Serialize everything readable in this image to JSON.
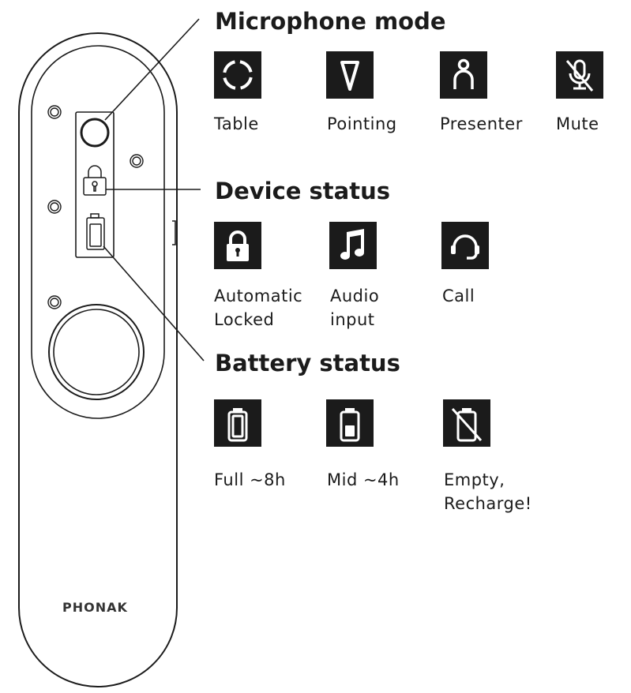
{
  "device": {
    "brand": "PHONAK"
  },
  "sections": {
    "microphone_mode": {
      "heading": "Microphone mode",
      "items": [
        {
          "label": "Table",
          "icon": "table-mode-icon"
        },
        {
          "label": "Pointing",
          "icon": "pointing-mode-icon"
        },
        {
          "label": "Presenter",
          "icon": "presenter-mode-icon"
        },
        {
          "label": "Mute",
          "icon": "mute-icon"
        }
      ]
    },
    "device_status": {
      "heading": "Device status",
      "items": [
        {
          "label_line1": "Automatic",
          "label_line2": "Locked",
          "icon": "lock-icon"
        },
        {
          "label_line1": "Audio",
          "label_line2": "input",
          "icon": "music-note-icon"
        },
        {
          "label_line1": "Call",
          "label_line2": "",
          "icon": "headset-icon"
        }
      ]
    },
    "battery_status": {
      "heading": "Battery status",
      "items": [
        {
          "label_line1": "Full ~8h",
          "label_line2": "",
          "icon": "battery-full-icon"
        },
        {
          "label_line1": "Mid ~4h",
          "label_line2": "",
          "icon": "battery-mid-icon"
        },
        {
          "label_line1": "Empty,",
          "label_line2": "Recharge!",
          "icon": "battery-empty-icon"
        }
      ]
    }
  },
  "colors": {
    "ink": "#1b1b1b",
    "background": "#ffffff"
  }
}
